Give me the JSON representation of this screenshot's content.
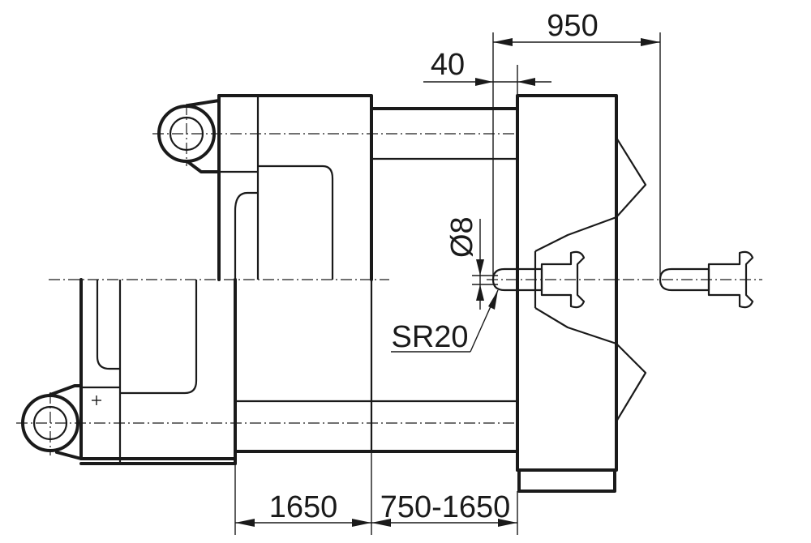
{
  "dimensions": {
    "ejector_stroke": "950",
    "nozzle_offset": "40",
    "nozzle_diameter": "Ø8",
    "sphere_radius": "SR20",
    "platen_stroke": "1650",
    "mold_height_range": "750-1650"
  }
}
